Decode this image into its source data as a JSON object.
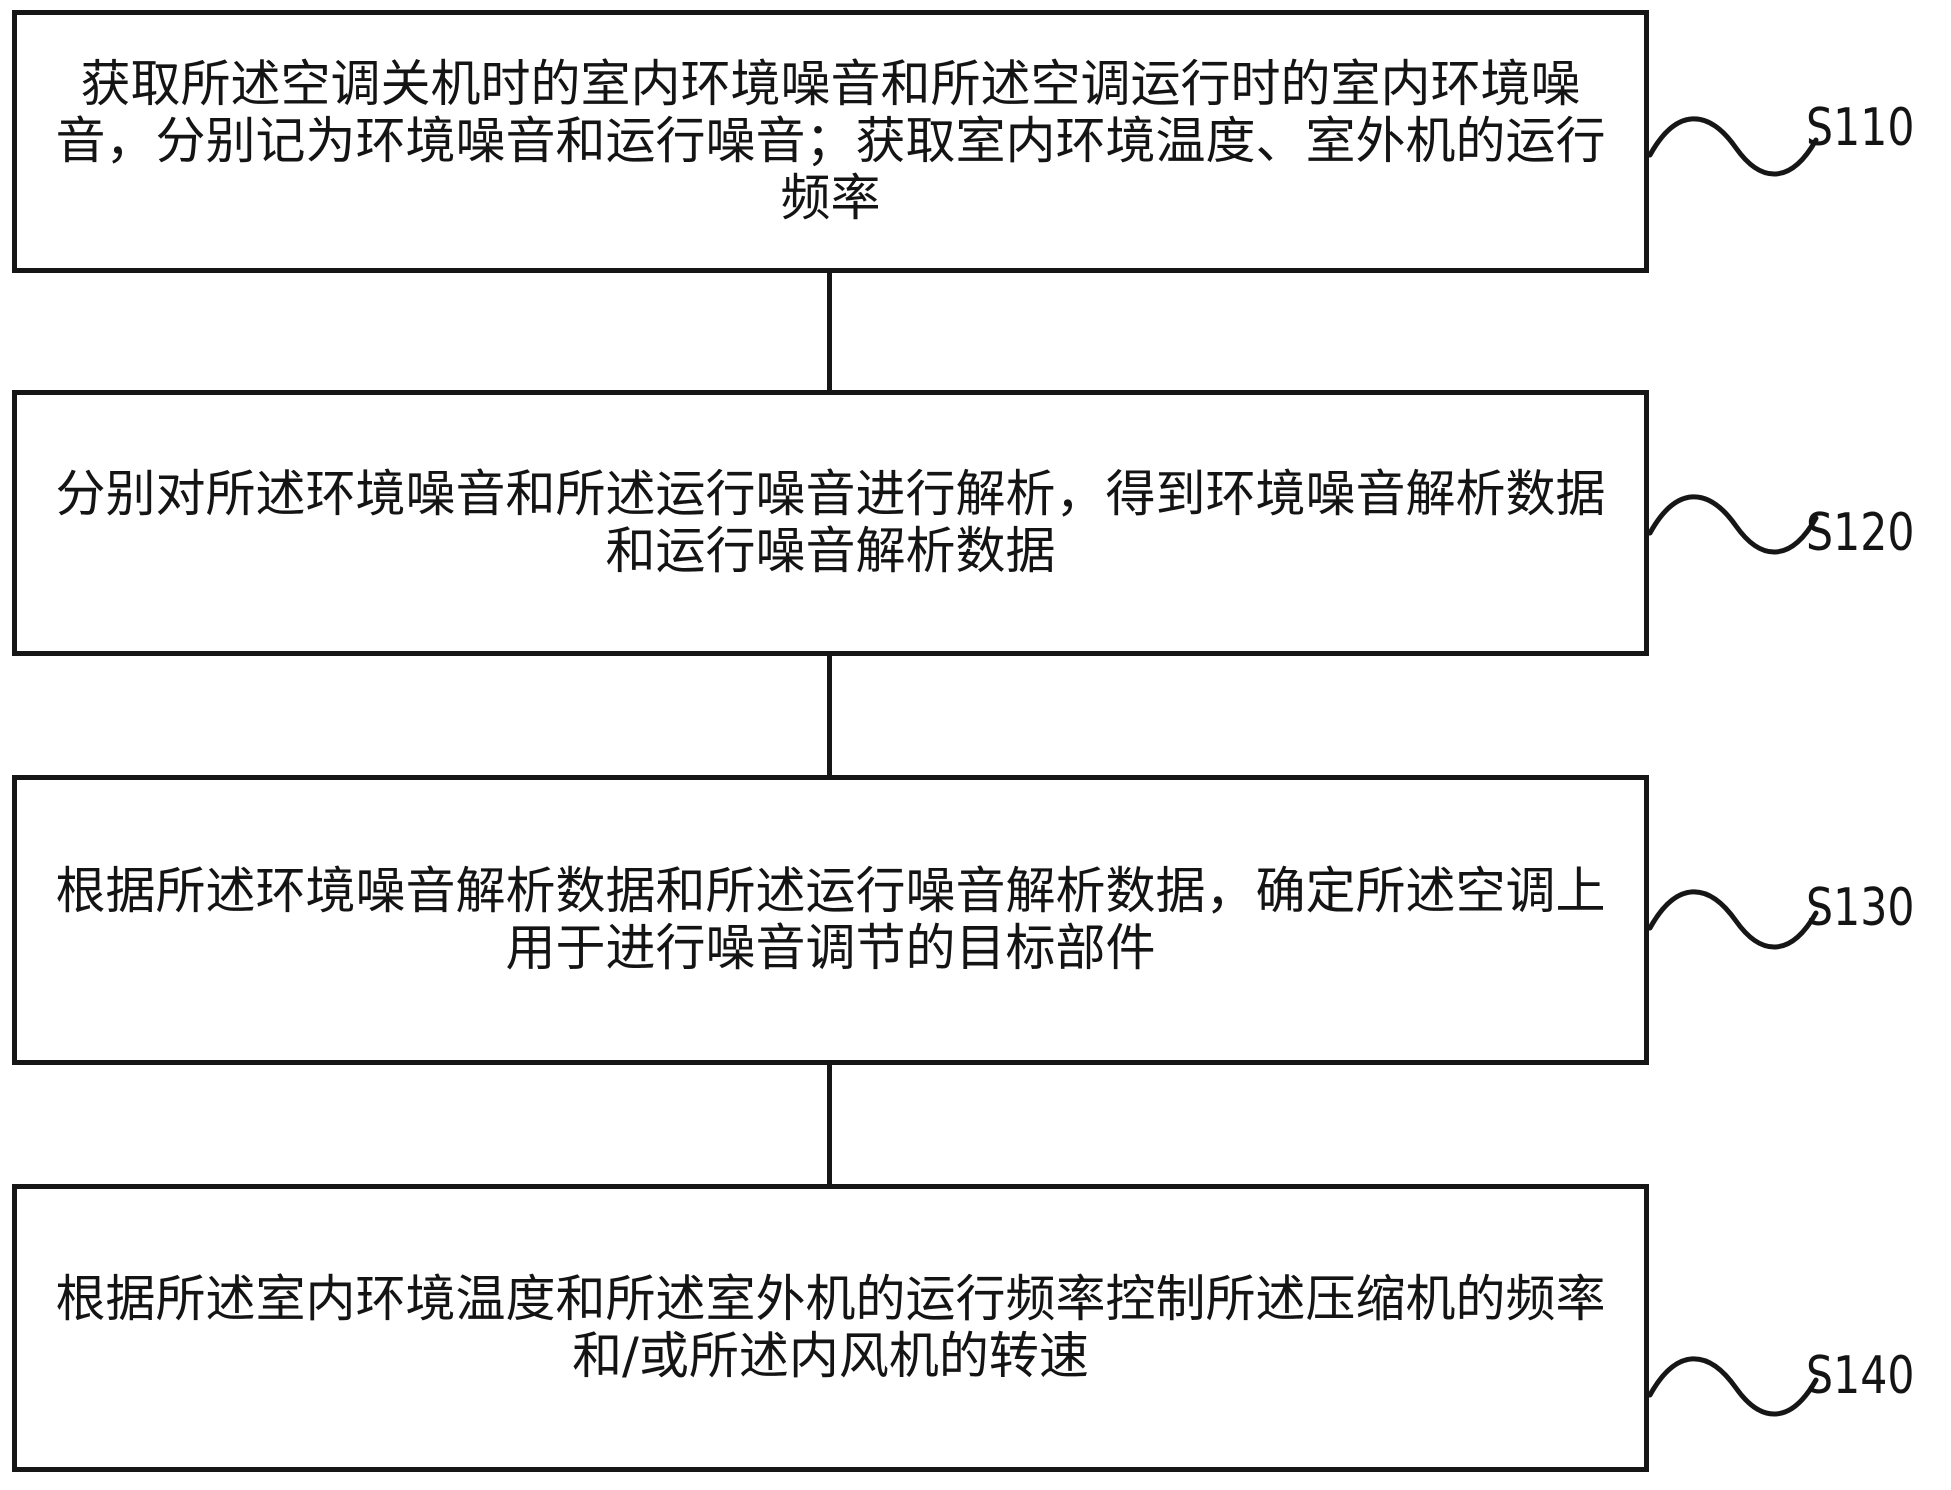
{
  "figure": {
    "background_color": "#ffffff",
    "line_color": "#161616",
    "text_color": "#141414"
  },
  "flowchart": {
    "steps": [
      {
        "label": "S110",
        "text": "获取所述空调关机时的室内环境噪音和所述空调运行时的室内环境噪音，分别记为环境噪音和运行噪音；获取室内环境温度、室外机的运行频率",
        "lines": [
          "获取所述空调关机时的室内环境噪音和所述空调运行时的室内环境噪",
          "音，分别记为环境噪音和运行噪音；获取室内环境温度、室外机的运行",
          "频率"
        ]
      },
      {
        "label": "S120",
        "text": "分别对所述环境噪音和所述运行噪音进行解析，得到环境噪音解析数据和运行噪音解析数据",
        "lines": [
          "分别对所述环境噪音和所述运行噪音进行解析，得到环境噪音解析数据",
          "和运行噪音解析数据"
        ]
      },
      {
        "label": "S130",
        "text": "根据所述环境噪音解析数据和所述运行噪音解析数据，确定所述空调上用于进行噪音调节的目标部件",
        "lines": [
          "根据所述环境噪音解析数据和所述运行噪音解析数据，确定所述空调上",
          "用于进行噪音调节的目标部件"
        ]
      },
      {
        "label": "S140",
        "text": "根据所述室内环境温度和所述室外机的运行频率控制所述压缩机的频率和/或所述内风机的转速",
        "lines": [
          "根据所述室内环境温度和所述室外机的运行频率控制所述压缩机的频率",
          "和/或所述内风机的转速"
        ]
      }
    ]
  }
}
